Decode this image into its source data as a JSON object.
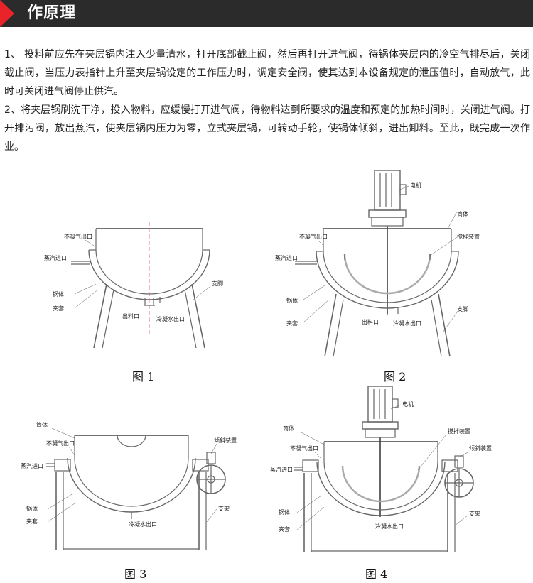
{
  "header": {
    "title": "作原理"
  },
  "paragraphs": [
    "1、 投料前应先在夹层锅内注入少量清水，打开底部截止阀，然后再打开进气阀，待锅体夹层内的冷空气排尽后，关闭截止阀，当压力表指针上升至夹层锅设定的工作压力时，调定安全阀，使其达到本设备规定的泄压值时，自动放气，此时可关闭进气阀停止供汽。",
    "2、将夹层锅刷洗干净，投入物料，应缓慢打开进气阀，待物料达到所要求的温度和预定的加热时间时，关闭进气阀。打开排污阀，放出蒸汽，使夹层锅内压力为零，立式夹层锅，可转动手轮，使锅体倾斜，进出卸料。至此，既完成一次作业。"
  ],
  "figures": [
    {
      "caption": "图 1",
      "labels": {
        "noncond": "不凝气出口",
        "steam": "蒸汽进口",
        "body": "锅体",
        "jacket": "夹套",
        "outlet": "出料口",
        "cond": "冷凝水出口",
        "leg": "支脚"
      }
    },
    {
      "caption": "图 2",
      "labels": {
        "motor": "电机",
        "shell": "筒体",
        "noncond": "不凝气出口",
        "stirrer": "搅拌装置",
        "steam": "蒸汽进口",
        "body": "锅体",
        "jacket": "夹套",
        "outlet": "出料口",
        "cond": "冷凝水出口",
        "leg": "支脚"
      }
    },
    {
      "caption": "图 3",
      "labels": {
        "shell": "筒体",
        "noncond": "不凝气出口",
        "tilt": "倾斜装置",
        "steam": "蒸汽进口",
        "body": "锅体",
        "jacket": "夹套",
        "cond": "冷凝水出口",
        "frame": "支架"
      }
    },
    {
      "caption": "图 4",
      "labels": {
        "motor": "电机",
        "shell": "筒体",
        "stirrer": "搅拌装置",
        "tilt": "倾斜装置",
        "noncond": "不凝气出口",
        "steam": "蒸汽进口",
        "body": "锅体",
        "jacket": "夹套",
        "cond": "冷凝水出口",
        "frame": "支架"
      }
    }
  ]
}
